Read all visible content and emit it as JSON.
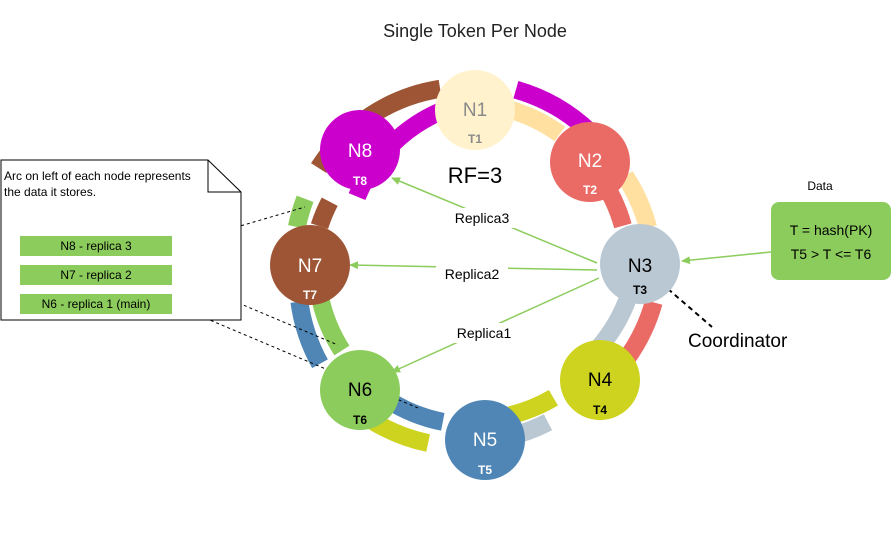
{
  "title": "Single Token Per Node",
  "rf_label": "RF=3",
  "coordinator_label": "Coordinator",
  "replica_labels": {
    "replica3": "Replica3",
    "replica2": "Replica2",
    "replica1": "Replica1"
  },
  "nodes": [
    {
      "id": "n1",
      "name": "N1",
      "token": "T1",
      "color": "#FFF2CC"
    },
    {
      "id": "n2",
      "name": "N2",
      "token": "T2",
      "color": "#EA6B66"
    },
    {
      "id": "n3",
      "name": "N3",
      "token": "T3",
      "color": "#BAC8D3"
    },
    {
      "id": "n4",
      "name": "N4",
      "token": "T4",
      "color": "#CDD31E"
    },
    {
      "id": "n5",
      "name": "N5",
      "token": "T5",
      "color": "#4F86B5"
    },
    {
      "id": "n6",
      "name": "N6",
      "token": "T6",
      "color": "#8CCC5C"
    },
    {
      "id": "n7",
      "name": "N7",
      "token": "T7",
      "color": "#9E5535"
    },
    {
      "id": "n8",
      "name": "N8",
      "token": "T8",
      "color": "#CC00CC"
    }
  ],
  "data_box": {
    "heading": "Data",
    "line1": "T = hash(PK)",
    "line2": "T5 > T <= T6"
  },
  "note": {
    "line1": "Arc on left of each node represents",
    "line2": "the data it stores.",
    "replicas": [
      "N8 - replica 3",
      "N7 - replica 2",
      "N6 - replica 1 (main)"
    ]
  },
  "colors": {
    "arrow": "#8CCC5C",
    "replica_box": "#8CCC5C",
    "note_border": "#000000"
  }
}
